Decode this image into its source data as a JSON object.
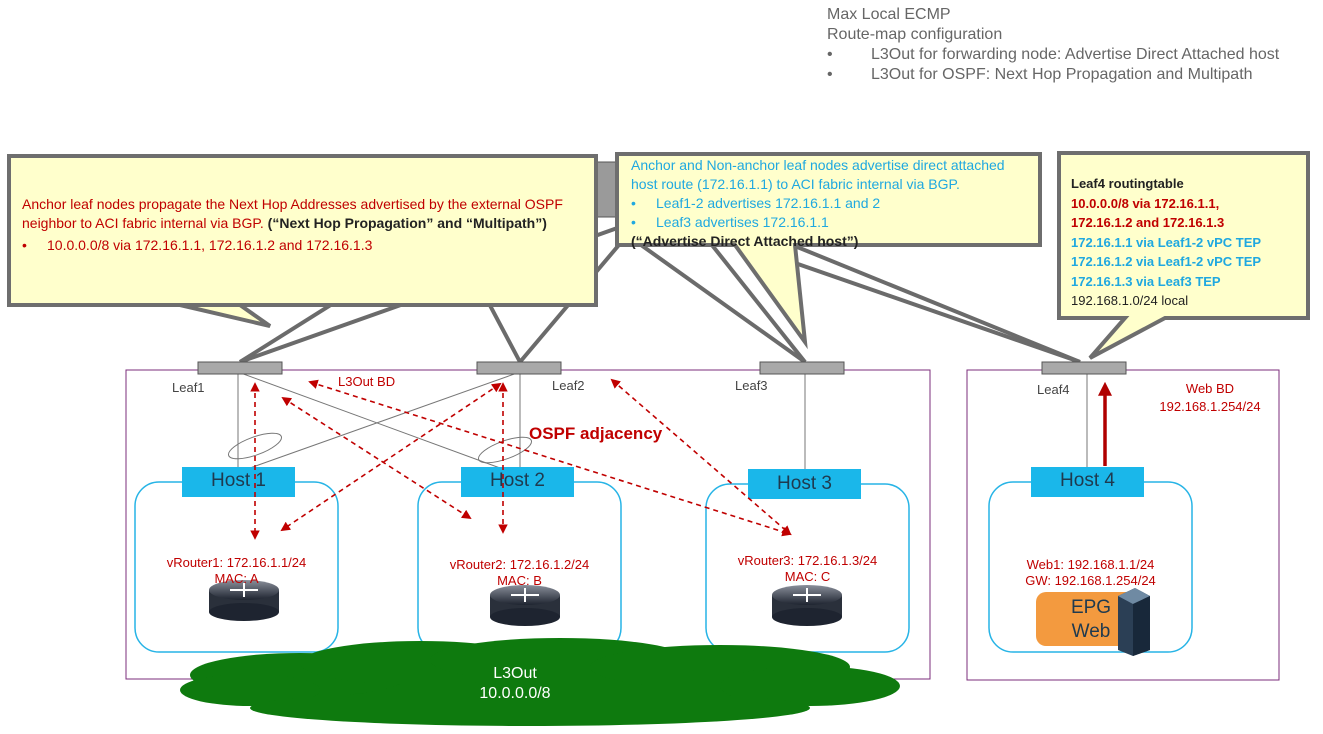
{
  "header": {
    "line1": "Max Local ECMP",
    "line2": "Route-map configuration",
    "bullets": [
      "L3Out for forwarding node: Advertise Direct Attached host",
      "L3Out for OSPF: Next Hop Propagation and Multipath"
    ]
  },
  "callout_anchor": {
    "text_main": "Anchor leaf nodes propagate the Next Hop Addresses advertised by the external OSPF neighbor to ACI fabric internal via BGP.",
    "text_bold": "(“Next Hop Propagation” and “Multipath”)",
    "bullet": "10.0.0.0/8 via 172.16.1.1, 172.16.1.2 and 172.16.1.3"
  },
  "callout_nonanchor": {
    "line1": "Anchor and Non-anchor leaf nodes advertise direct attached",
    "line2": "host route (172.16.1.1) to ACI fabric internal via BGP.",
    "bullets": [
      "Leaf1-2 advertises 172.16.1.1 and 2",
      "Leaf3 advertises 172.16.1.1"
    ],
    "bold": "(“Advertise Direct Attached host”)"
  },
  "callout_leaf4": {
    "title": "Leaf4 routingtable",
    "red_line1": "10.0.0.0/8 via 172.16.1.1,",
    "red_line2": "172.16.1.2 and 172.16.1.3",
    "blue_lines": [
      "172.16.1.1 via Leaf1-2 vPC TEP",
      "172.16.1.2 via Leaf1-2 vPC TEP",
      "172.16.1.3 via Leaf3 TEP"
    ],
    "local": "192.168.1.0/24 local"
  },
  "leaves": [
    "Leaf1",
    "Leaf2",
    "Leaf3",
    "Leaf4"
  ],
  "l3out_bd": "L3Out BD",
  "ospf_adjacency": "OSPF adjacency",
  "web_bd": {
    "line1": "Web BD",
    "line2": "192.168.1.254/24"
  },
  "hosts": [
    {
      "label": "Host 1",
      "vrouter": "vRouter1: 172.16.1.1/24",
      "mac": "MAC: A"
    },
    {
      "label": "Host 2",
      "vrouter": "vRouter2: 172.16.1.2/24",
      "mac": "MAC: B"
    },
    {
      "label": "Host 3",
      "vrouter": "vRouter3: 172.16.1.3/24",
      "mac": "MAC: C"
    }
  ],
  "host4": {
    "label": "Host 4",
    "web": "Web1: 192.168.1.1/24",
    "gw": "GW: 192.168.1.254/24",
    "epg_line1": "EPG",
    "epg_line2": "Web"
  },
  "l3out_cloud": {
    "line1": "L3Out",
    "line2": "10.0.0.0/8"
  },
  "colors": {
    "callout_fill": "#ffffcc",
    "callout_border": "#6e6e6e",
    "host_label_fill": "#1ab7ea",
    "host_border": "#27b4e6",
    "bd_box": "#7b2d7b",
    "red": "#c00000",
    "blue": "#1fa8e0",
    "cloud": "#0e7a0e",
    "epg": "#f39a3f"
  }
}
